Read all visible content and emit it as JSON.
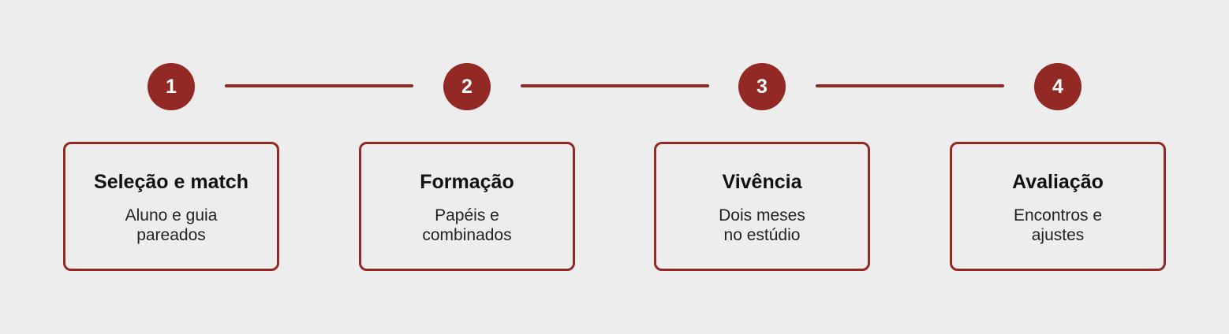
{
  "colors": {
    "background": "#ededed",
    "accent": "#932924",
    "circle_text": "#ffffff",
    "title_text": "#111111",
    "body_text": "#222222"
  },
  "steps": [
    {
      "number": "1",
      "title": "Seleção e match",
      "desc_line1": "Aluno e guia",
      "desc_line2": "pareados"
    },
    {
      "number": "2",
      "title": "Formação",
      "desc_line1": "Papéis e",
      "desc_line2": "combinados"
    },
    {
      "number": "3",
      "title": "Vivência",
      "desc_line1": "Dois meses",
      "desc_line2": "no estúdio"
    },
    {
      "number": "4",
      "title": "Avaliação",
      "desc_line1": "Encontros e",
      "desc_line2": "ajustes"
    }
  ]
}
